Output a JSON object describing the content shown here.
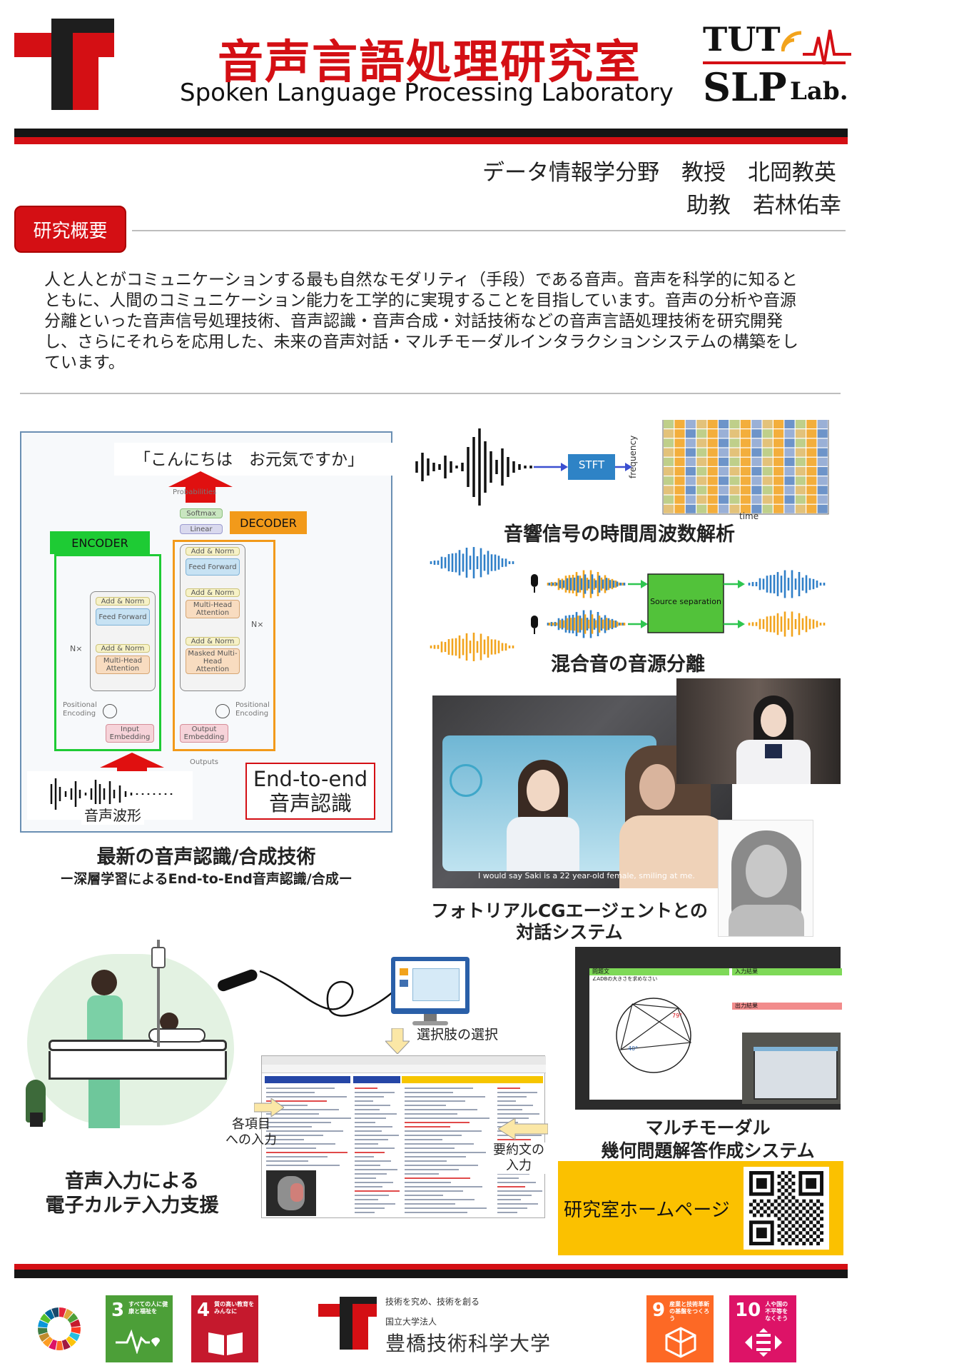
{
  "header": {
    "title_jp": "音声言語処理研究室",
    "title_en": "Spoken Language Processing Laboratory",
    "lab_logo_line1": "TUT",
    "lab_logo_line2": "SLP",
    "lab_logo_suffix": "Lab."
  },
  "staff": {
    "line1": "データ情報学分野　教授　北岡教英",
    "line2": "助教　若林佑幸"
  },
  "overview": {
    "tab_label": "研究概要",
    "text": "人と人とがコミュニケーションする最も自然なモダリティ（手段）である音声。音声を科学的に知るとともに、人間のコミュニケーション能力を工学的に実現することを目指しています。音声の分析や音源分離といった音声信号処理技術、音声認識・音声合成・対話技術などの音声言語処理技術を研究開発し、さらにそれらを応用した、未来の音声対話・マルチモーダルインタラクションシステムの構築をしています。"
  },
  "asr_panel": {
    "quote": "「こんにちは　お元気ですか」",
    "encoder_label": "ENCODER",
    "decoder_label": "DECODER",
    "e2e_line1": "End-to-end",
    "e2e_line2": "音声認識",
    "waveform_label": "音声波形",
    "caption": "最新の音声認識/合成技術",
    "subcaption": "ー深層学習によるEnd-to-End音声認識/合成ー",
    "tf": {
      "softmax": "Softmax",
      "linear": "Linear",
      "probs": "Probabilities",
      "add_norm": "Add & Norm",
      "feed_forward": "Feed Forward",
      "mha": "Multi-Head Attention",
      "masked_mha": "Masked Multi-Head Attention",
      "nx": "N×",
      "pos_enc": "Positional Encoding",
      "input_emb": "Input Embedding",
      "output_emb": "Output Embedding",
      "outputs": "Outputs"
    }
  },
  "stft_panel": {
    "stft_label": "STFT",
    "freq_axis": "frequency",
    "time_axis": "time",
    "caption": "音響信号の時間周波数解析"
  },
  "separation_panel": {
    "box_label": "Source separation",
    "caption": "混合音の音源分離"
  },
  "cg_panel": {
    "subtitle": "I would say Saki is a 22 year-old female, smiling at me.",
    "caption_line1": "フォトリアルCGエージェントとの",
    "caption_line2": "対話システム"
  },
  "karte_panel": {
    "select_label": "選択肢の選択",
    "item_input_line1": "各項目",
    "item_input_line2": "への入力",
    "summary_line1": "要約文の",
    "summary_line2": "入力",
    "caption_line1": "音声入力による",
    "caption_line2": "電子カルテ入力支援"
  },
  "geometry_panel": {
    "problem_label": "問題文",
    "problem_text": "∠ADBの大きさを求めなさい",
    "input_result": "入力結果",
    "output_result": "出力結果",
    "angle1": "79°",
    "angle2": "40°",
    "caption_line1": "マルチモーダル",
    "caption_line2": "幾何問題解答作成システム"
  },
  "homepage": {
    "label": "研究室ホームページ"
  },
  "footer": {
    "sdg3_num": "3",
    "sdg3_text": "すべての人に健康と福祉を",
    "sdg4_num": "4",
    "sdg4_text": "質の高い教育をみんなに",
    "sdg9_num": "9",
    "sdg9_text": "産業と技術革新の基盤をつくろう",
    "sdg10_num": "10",
    "sdg10_text": "人や国の不平等をなくそう",
    "univ_motto": "技術を究め、技術を創る",
    "univ_type": "国立大学法人",
    "univ_name": "豊橋技術科学大学"
  },
  "colors": {
    "brand_red": "#d40f14",
    "encoder_green": "#1ecb34",
    "decoder_orange": "#f29a1a",
    "homepage_yellow": "#fbc100",
    "sdg3": "#4c9f38",
    "sdg4": "#c5192d",
    "sdg9": "#fd6925",
    "sdg10": "#dd1367"
  }
}
